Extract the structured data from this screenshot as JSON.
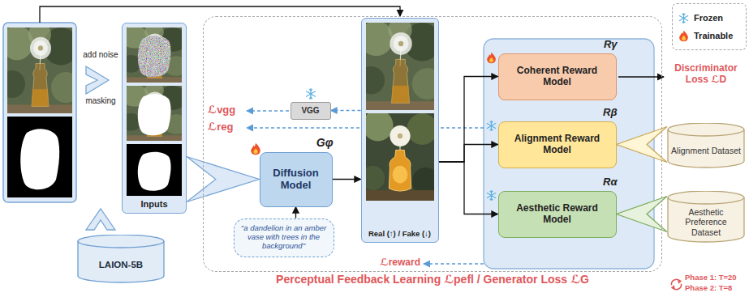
{
  "diagram": {
    "nodes": [
      {
        "text": [
          "Inputs"
        ]
      },
      {
        "text": [
          "LAION-5B"
        ]
      },
      {
        "text": [
          "Perceptual Feedback Learning ℒpefl / Generator Loss ℒG"
        ]
      },
      {
        "text": [
          "Diffusion Model",
          "Gφ"
        ],
        "in": 2
      },
      {
        "text": [
          "\"a dandelion in an amber vase with trees in the background\""
        ],
        "in": 2
      },
      {
        "text": [
          "VGG"
        ],
        "in": 2
      },
      {
        "text": [
          "Real (↑) / Fake (↓)"
        ],
        "in": 2
      },
      {
        "text": [
          "Coherent Reward Model",
          "Rγ"
        ],
        "in": 2
      },
      {
        "text": [
          "Alignment Reward Model",
          "Rβ"
        ],
        "in": 2
      },
      {
        "text": [
          "Aesthetic Reward Model",
          "Rα"
        ],
        "in": 2
      },
      {
        "text": [
          "Alignment Dataset"
        ]
      },
      {
        "text": [
          "Aesthetic Preference Dataset"
        ]
      }
    ],
    "edges": [
      {
        "from": 0,
        "to": 3,
        "arrow": "to"
      },
      {
        "from": 4,
        "to": 3,
        "arrow": "to"
      },
      {
        "from": 3,
        "to": 6,
        "arrow": "to"
      },
      {
        "from": 6,
        "to": 5,
        "arrow": "to"
      },
      {
        "from": 6,
        "to": 7,
        "arrow": "to"
      },
      {
        "from": 6,
        "to": 8,
        "arrow": "to"
      },
      {
        "from": 6,
        "to": 9,
        "arrow": "to"
      },
      {
        "from": 10,
        "to": 8,
        "arrow": "to"
      },
      {
        "from": 11,
        "to": 9,
        "arrow": "to"
      }
    ],
    "labels": [
      "add noise",
      "masking",
      "ℒvgg",
      "ℒreg",
      "Discriminator Loss ℒD",
      "ℒreward",
      "Phase 1: T=20",
      "Phase 2: T=8"
    ],
    "legend": [
      {
        "text": "Frozen"
      },
      {
        "text": "Trainable"
      }
    ]
  }
}
